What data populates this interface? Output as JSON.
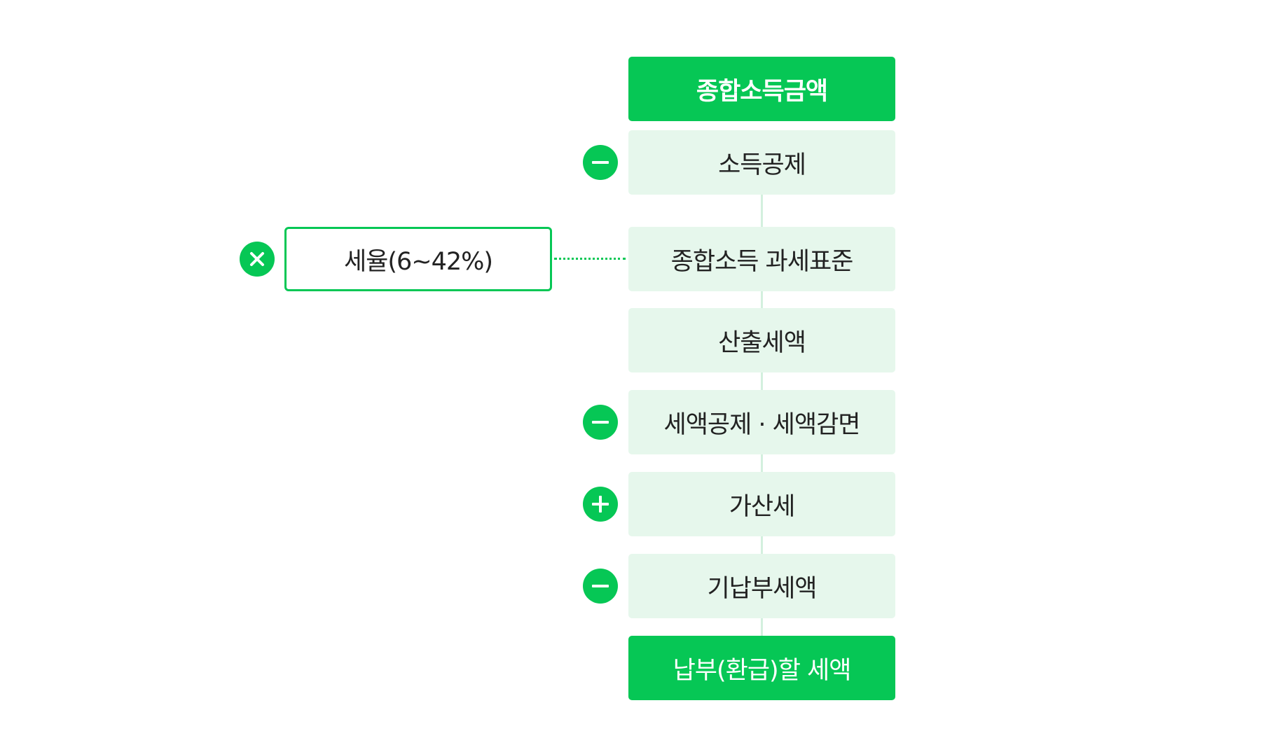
{
  "diagram": {
    "steps": [
      "종합소득금액",
      "소득공제",
      "종합소득 과세표준",
      "산출세액",
      "세액공제 · 세액감면",
      "가산세",
      "기납부세액",
      "납부(환급)할 세액"
    ],
    "side_label": "세율(6~42%)",
    "operators": {
      "income_deduction": "minus",
      "tax_credit": "minus",
      "additional_tax": "plus",
      "prepaid_tax": "minus",
      "tax_rate": "times"
    },
    "colors": {
      "accent": "#06c755",
      "light_box": "#e6f7ec",
      "connector": "#d3f0de",
      "text": "#222222"
    }
  }
}
